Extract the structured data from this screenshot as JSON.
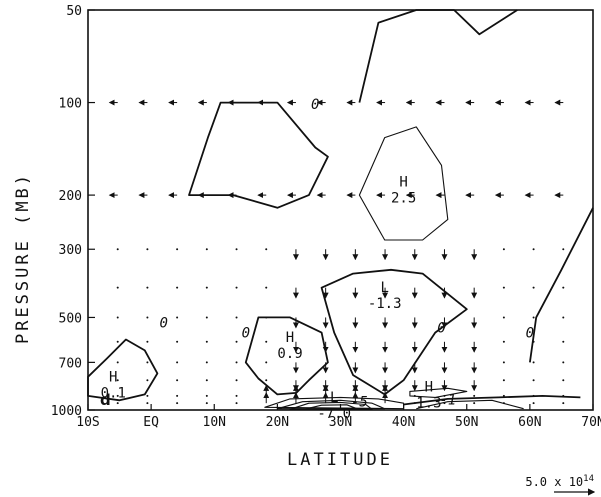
{
  "chart_data": {
    "type": "contour",
    "panel_label": "d",
    "xlabel": "LATITUDE",
    "ylabel": "PRESSURE (MB)",
    "x_ticks": [
      "10S",
      "EQ",
      "10N",
      "20N",
      "30N",
      "40N",
      "50N",
      "60N",
      "70N"
    ],
    "x_range": [
      -10,
      70
    ],
    "y_ticks": [
      50,
      100,
      200,
      300,
      500,
      700,
      1000
    ],
    "y_range": [
      50,
      1000
    ],
    "scale_label": "5.0 x 10^14",
    "contours": [
      {
        "level": "0",
        "points": [
          [
            -10,
            780
          ],
          [
            -7,
            680
          ],
          [
            -4,
            590
          ],
          [
            -1,
            640
          ],
          [
            1,
            760
          ],
          [
            -1,
            890
          ],
          [
            -5,
            930
          ],
          [
            -10,
            900
          ]
        ]
      },
      {
        "level": "0",
        "points": [
          [
            15,
            700
          ],
          [
            17,
            500
          ],
          [
            22,
            500
          ],
          [
            27,
            560
          ],
          [
            28,
            700
          ],
          [
            25,
            800
          ],
          [
            23,
            880
          ],
          [
            20,
            890
          ],
          [
            17,
            790
          ]
        ]
      },
      {
        "level": "0",
        "points": [
          [
            6,
            200
          ],
          [
            9,
            130
          ],
          [
            11,
            100
          ],
          [
            20,
            100
          ],
          [
            26,
            140
          ],
          [
            28,
            150
          ],
          [
            25,
            200
          ],
          [
            20,
            220
          ],
          [
            13,
            200
          ]
        ]
      },
      {
        "level": "0",
        "points": [
          [
            33,
            100
          ],
          [
            36,
            55
          ],
          [
            42,
            50
          ],
          [
            48,
            50
          ],
          [
            52,
            60
          ],
          [
            58,
            50
          ]
        ]
      },
      {
        "level": "0",
        "points": [
          [
            27,
            400
          ],
          [
            32,
            360
          ],
          [
            38,
            350
          ],
          [
            43,
            360
          ],
          [
            50,
            470
          ],
          [
            45,
            560
          ],
          [
            40,
            800
          ],
          [
            37,
            890
          ],
          [
            32,
            770
          ],
          [
            29,
            560
          ]
        ]
      },
      {
        "level": "0",
        "points": [
          [
            60,
            700
          ],
          [
            61,
            500
          ],
          [
            65,
            350
          ],
          [
            70,
            220
          ]
        ]
      },
      {
        "level": "0",
        "points": [
          [
            40,
            960
          ],
          [
            47,
            920
          ],
          [
            55,
            910
          ],
          [
            62,
            900
          ],
          [
            68,
            910
          ]
        ]
      },
      {
        "level": "2.5",
        "points": [
          [
            33,
            200
          ],
          [
            37,
            130
          ],
          [
            42,
            120
          ],
          [
            46,
            160
          ],
          [
            47,
            240
          ],
          [
            43,
            280
          ],
          [
            37,
            280
          ]
        ]
      },
      {
        "level": "1.3",
        "points": [
          [
            41,
            870
          ],
          [
            47,
            850
          ],
          [
            50,
            870
          ],
          [
            45,
            910
          ],
          [
            41,
            900
          ]
        ]
      },
      {
        "level": "-1",
        "points": [
          [
            42,
            990
          ],
          [
            47,
            940
          ],
          [
            54,
            930
          ],
          [
            59,
            990
          ]
        ]
      },
      {
        "level": "-1",
        "points": [
          [
            18,
            980
          ],
          [
            22,
            920
          ],
          [
            30,
            910
          ],
          [
            36,
            920
          ],
          [
            40,
            950
          ],
          [
            40,
            990
          ]
        ]
      },
      {
        "level": "-1",
        "points": [
          [
            20,
            990
          ],
          [
            24,
            940
          ],
          [
            30,
            930
          ],
          [
            35,
            950
          ],
          [
            37,
            990
          ]
        ]
      },
      {
        "level": "-5",
        "points": [
          [
            22,
            995
          ],
          [
            25,
            950
          ],
          [
            30,
            945
          ],
          [
            34,
            960
          ],
          [
            35,
            995
          ]
        ]
      },
      {
        "level": "-5",
        "points": [
          [
            24,
            998
          ],
          [
            27,
            965
          ],
          [
            31,
            962
          ],
          [
            33,
            998
          ]
        ]
      }
    ],
    "centers": [
      {
        "label": "H",
        "value": "2.5",
        "lat": 40,
        "p": 190
      },
      {
        "label": "L",
        "value": "-1.3",
        "lat": 37,
        "p": 420
      },
      {
        "label": "H",
        "value": "0.9",
        "lat": 22,
        "p": 610
      },
      {
        "label": "H",
        "value": "0.1",
        "lat": -6,
        "p": 820
      },
      {
        "label": "H",
        "value": "1.3",
        "lat": 44,
        "p": 885
      },
      {
        "label": "L",
        "value": "-7.0",
        "lat": 29,
        "p": 955
      }
    ],
    "contour_labels": [
      {
        "text": "0",
        "lat": 26,
        "p": 105
      },
      {
        "text": "0",
        "lat": 2,
        "p": 540
      },
      {
        "text": "0",
        "lat": 15,
        "p": 580
      },
      {
        "text": "0",
        "lat": 46,
        "p": 560
      },
      {
        "text": "0",
        "lat": 60,
        "p": 580
      },
      {
        "text": "-5",
        "lat": 33,
        "p": 975
      },
      {
        "text": "-1",
        "lat": 47,
        "p": 960
      }
    ]
  }
}
